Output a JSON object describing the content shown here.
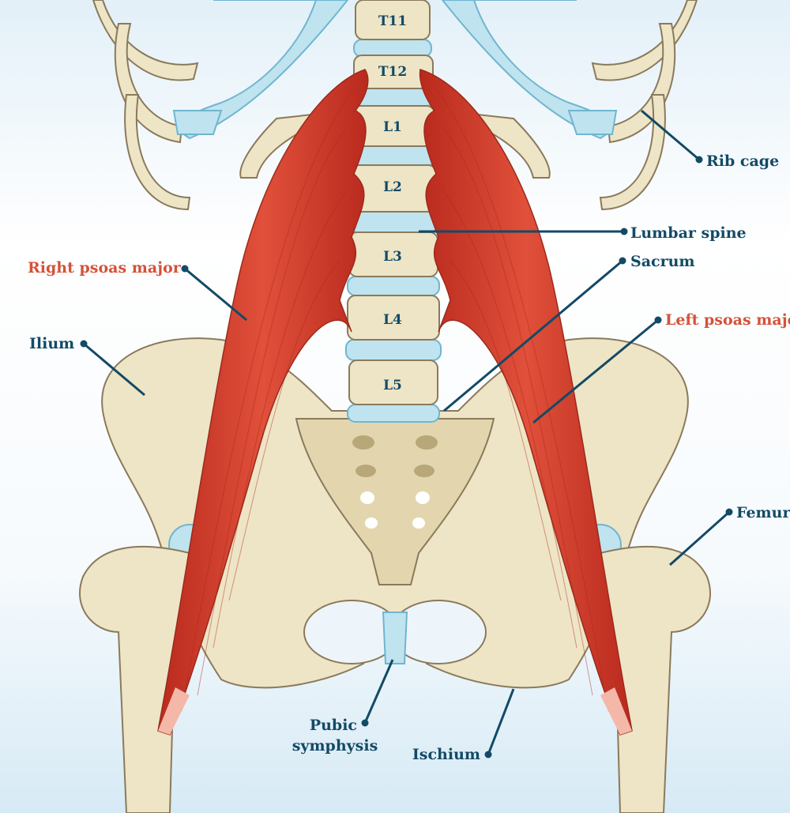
{
  "vertebrae": [
    "T11",
    "T12",
    "L1",
    "L2",
    "L3",
    "L4",
    "L5"
  ],
  "labels": {
    "rib_cage": "Rib cage",
    "lumbar_spine": "Lumbar spine",
    "sacrum": "Sacrum",
    "right_psoas_major": "Right psoas major",
    "left_psoas_major": "Left psoas major",
    "ilium": "Ilium",
    "femur": "Femur",
    "pubic_symphysis_line1": "Pubic",
    "pubic_symphysis_line2": "symphysis",
    "ischium": "Ischium"
  },
  "colors": {
    "label_text": "#134a66",
    "muscle_label_text": "#d4523a",
    "bone": "#eee5c6",
    "cartilage": "#bfe3ef",
    "muscle": "#d63c2b"
  }
}
